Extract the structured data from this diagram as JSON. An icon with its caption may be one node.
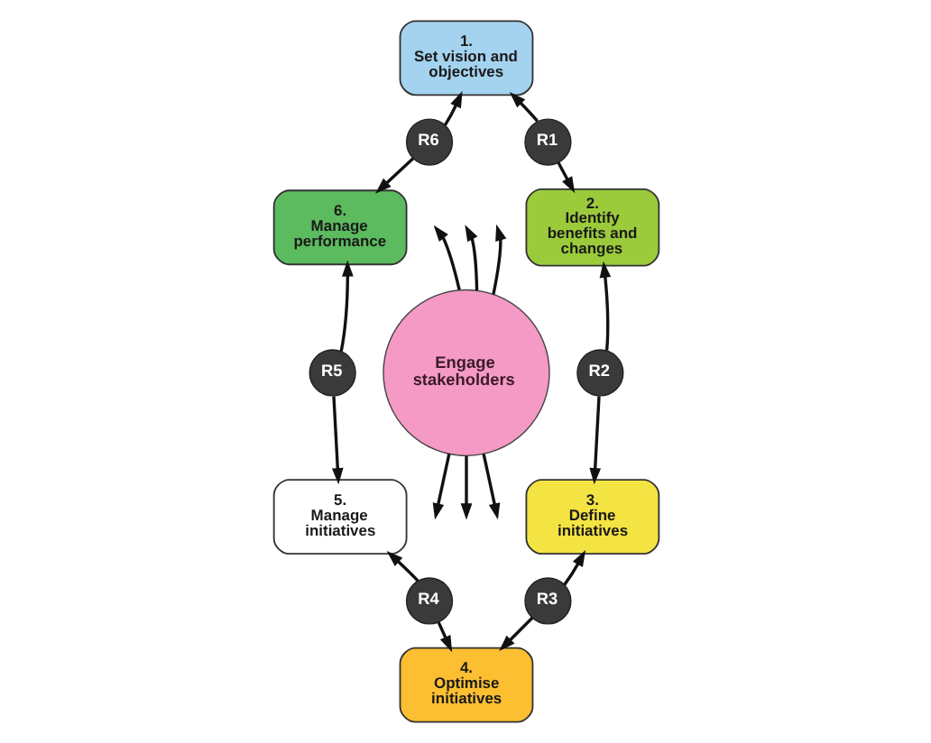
{
  "diagram": {
    "nodes": [
      {
        "text": [
          "R6"
        ]
      },
      {
        "text": [
          "1.",
          "Set vision and objectives"
        ]
      },
      {
        "text": [
          "R1"
        ]
      },
      {
        "text": [
          "6.",
          "Manage performance"
        ]
      },
      {
        "text": [
          "2.",
          "Identify benefits and changes"
        ]
      },
      {
        "text": [
          "Engage stakeholders"
        ]
      },
      {
        "text": [
          "R5"
        ]
      },
      {
        "text": [
          "R2"
        ]
      },
      {
        "text": [
          "5.",
          "Manage initiatives"
        ]
      },
      {
        "text": [
          "3.",
          "Define initiatives"
        ]
      },
      {
        "text": [
          "R4"
        ]
      },
      {
        "text": [
          "4.",
          "Optimise initiatives"
        ]
      },
      {
        "text": [
          "R3"
        ]
      }
    ],
    "edges": [
      {
        "from": 0,
        "to": 3,
        "arrow": "to"
      },
      {
        "from": 0,
        "to": 1,
        "arrow": "to"
      },
      {
        "from": 2,
        "to": 1,
        "arrow": "to"
      },
      {
        "from": 2,
        "to": 4,
        "arrow": "to"
      },
      {
        "from": 7,
        "to": 4,
        "arrow": "to"
      },
      {
        "from": 7,
        "to": 9,
        "arrow": "to"
      },
      {
        "from": 12,
        "to": 9,
        "arrow": "to"
      },
      {
        "from": 12,
        "to": 11,
        "arrow": "to"
      },
      {
        "from": 10,
        "to": 11,
        "arrow": "to"
      },
      {
        "from": 10,
        "to": 8,
        "arrow": "to"
      },
      {
        "from": 6,
        "to": 8,
        "arrow": "to"
      },
      {
        "from": 6,
        "to": 3,
        "arrow": "to"
      },
      {
        "from": 5,
        "to": null,
        "arrow": "to"
      },
      {
        "from": 5,
        "to": null,
        "arrow": "to"
      },
      {
        "from": 5,
        "to": null,
        "arrow": "to"
      },
      {
        "from": 5,
        "to": null,
        "arrow": "to"
      },
      {
        "from": 5,
        "to": null,
        "arrow": "to"
      },
      {
        "from": 5,
        "to": null,
        "arrow": "to"
      }
    ]
  }
}
